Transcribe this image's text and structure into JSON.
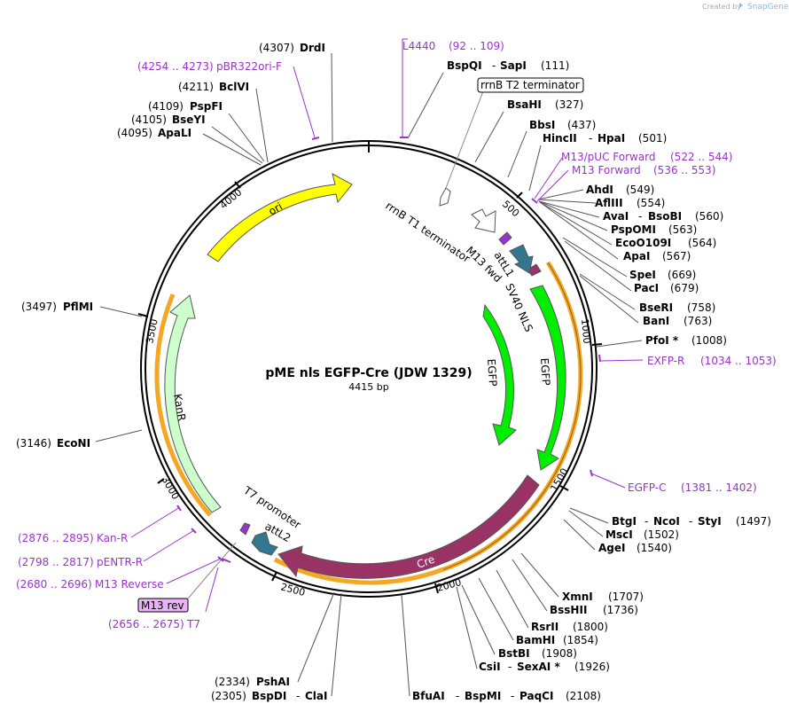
{
  "branding": {
    "created_by": "Created by",
    "app": "SnapGene"
  },
  "plasmid": {
    "name": "pME nls EGFP-Cre (JDW 1329)",
    "size": "4415 bp"
  },
  "ticks": [
    "500",
    "1000",
    "1500",
    "2000",
    "2500",
    "3000",
    "3500",
    "4000"
  ],
  "features": {
    "ori": "ori",
    "kanr": "KanR",
    "egfp_inner": "EGFP",
    "egfp_outer": "EGFP",
    "cre": "Cre",
    "sv40": "SV40 NLS",
    "attl1": "attL1",
    "attl2": "attL2",
    "m13fwd": "M13 fwd",
    "t7prom": "T7 promoter",
    "rrnbt1": "rrnB T1 terminator",
    "rrnbt2": "rrnB T2 terminator",
    "m13rev": "M13 rev"
  },
  "enzymes_right": [
    {
      "names": [
        "BspQI",
        "SapI"
      ],
      "pos": "(111)"
    },
    {
      "names": [
        "BsaHI"
      ],
      "pos": "(327)"
    },
    {
      "names": [
        "BbsI"
      ],
      "pos": "(437)"
    },
    {
      "names": [
        "HincII",
        "HpaI"
      ],
      "pos": "(501)"
    },
    {
      "names": [
        "AhdI"
      ],
      "pos": "(549)"
    },
    {
      "names": [
        "AflIII"
      ],
      "pos": "(554)"
    },
    {
      "names": [
        "AvaI",
        "BsoBI"
      ],
      "pos": "(560)"
    },
    {
      "names": [
        "PspOMI"
      ],
      "pos": "(563)"
    },
    {
      "names": [
        "EcoO109I"
      ],
      "pos": "(564)"
    },
    {
      "names": [
        "ApaI"
      ],
      "pos": "(567)"
    },
    {
      "names": [
        "SpeI"
      ],
      "pos": "(669)"
    },
    {
      "names": [
        "PacI"
      ],
      "pos": "(679)"
    },
    {
      "names": [
        "BseRI"
      ],
      "pos": "(758)"
    },
    {
      "names": [
        "BanI"
      ],
      "pos": "(763)"
    },
    {
      "names": [
        "PfoI *"
      ],
      "pos": "(1008)"
    },
    {
      "names": [
        "BtgI",
        "NcoI",
        "StyI"
      ],
      "pos": "(1497)"
    },
    {
      "names": [
        "MscI"
      ],
      "pos": "(1502)"
    },
    {
      "names": [
        "AgeI"
      ],
      "pos": "(1540)"
    },
    {
      "names": [
        "XmnI"
      ],
      "pos": "(1707)"
    },
    {
      "names": [
        "BssHII"
      ],
      "pos": "(1736)"
    },
    {
      "names": [
        "RsrII"
      ],
      "pos": "(1800)"
    },
    {
      "names": [
        "BamHI"
      ],
      "pos": "(1854)"
    },
    {
      "names": [
        "BstBI"
      ],
      "pos": "(1908)"
    },
    {
      "names": [
        "CsiI",
        "SexAI *"
      ],
      "pos": "(1926)"
    },
    {
      "names": [
        "BfuAI",
        "BspMI",
        "PaqCI"
      ],
      "pos": "(2108)"
    }
  ],
  "enzymes_left": [
    {
      "names": [
        "DrdI"
      ],
      "pos": "(4307)"
    },
    {
      "names": [
        "BclVI"
      ],
      "pos": "(4211)"
    },
    {
      "names": [
        "PspFI"
      ],
      "pos": "(4109)"
    },
    {
      "names": [
        "BseYI"
      ],
      "pos": "(4105)"
    },
    {
      "names": [
        "ApaLI"
      ],
      "pos": "(4095)"
    },
    {
      "names": [
        "PflMI"
      ],
      "pos": "(3497)"
    },
    {
      "names": [
        "EcoNI"
      ],
      "pos": "(3146)"
    },
    {
      "names": [
        "PshAI"
      ],
      "pos": "(2334)"
    },
    {
      "names": [
        "BspDI",
        "ClaI"
      ],
      "pos": "(2305)"
    }
  ],
  "primers": [
    {
      "name": "L4440",
      "range": "(92 .. 109)"
    },
    {
      "name": "pBR322ori-F",
      "range": "(4254 .. 4273)"
    },
    {
      "name": "M13/pUC Forward",
      "range": "(522 .. 544)"
    },
    {
      "name": "M13 Forward",
      "range": "(536 .. 553)"
    },
    {
      "name": "EXFP-R",
      "range": "(1034 .. 1053)"
    },
    {
      "name": "EGFP-C",
      "range": "(1381 .. 1402)"
    },
    {
      "name": "Kan-R",
      "range": "(2876 .. 2895)"
    },
    {
      "name": "pENTR-R",
      "range": "(2798 .. 2817)"
    },
    {
      "name": "M13 Reverse",
      "range": "(2680 .. 2696)"
    },
    {
      "name": "T7",
      "range": "(2656 .. 2675)"
    }
  ],
  "colors": {
    "ori": "#ffff00",
    "kanr": "#ccffcc",
    "egfp": "#00ee00",
    "cre": "#993366",
    "attl": "#33778f",
    "primer": "#9933cc",
    "orange": "#f5a623",
    "backbone": "#000000"
  }
}
